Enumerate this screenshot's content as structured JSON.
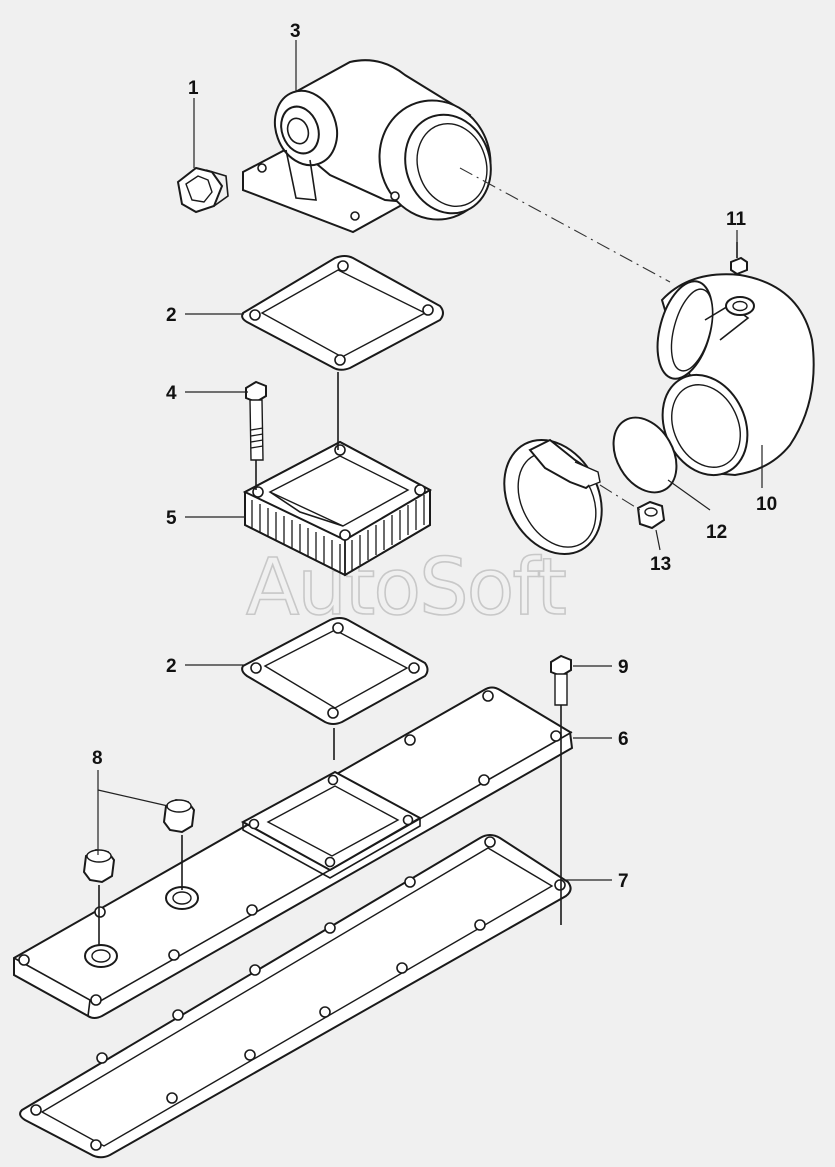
{
  "watermark": "AutoSoft",
  "callouts": [
    {
      "id": "c1",
      "number": "1"
    },
    {
      "id": "c2a",
      "number": "2"
    },
    {
      "id": "c2b",
      "number": "2"
    },
    {
      "id": "c3",
      "number": "3"
    },
    {
      "id": "c4",
      "number": "4"
    },
    {
      "id": "c5",
      "number": "5"
    },
    {
      "id": "c6",
      "number": "6"
    },
    {
      "id": "c7",
      "number": "7"
    },
    {
      "id": "c8",
      "number": "8"
    },
    {
      "id": "c9",
      "number": "9"
    },
    {
      "id": "c10",
      "number": "10"
    },
    {
      "id": "c11",
      "number": "11"
    },
    {
      "id": "c12",
      "number": "12"
    },
    {
      "id": "c13",
      "number": "13"
    }
  ]
}
